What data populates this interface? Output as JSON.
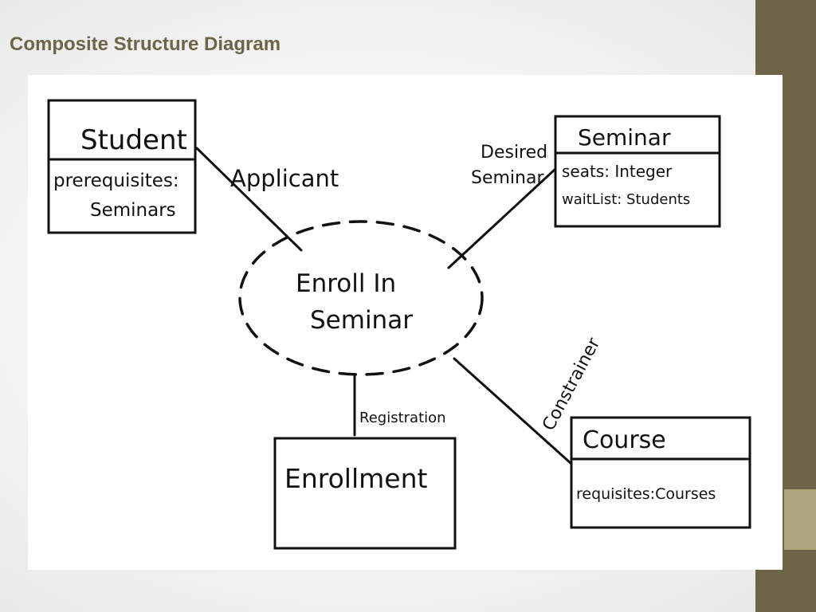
{
  "slide": {
    "title": "Composite Structure Diagram",
    "colors": {
      "title": "#6e6448",
      "side_band": "#6e6448",
      "side_accent": "#aca77e",
      "ink": "#111111"
    }
  },
  "diagram": {
    "collaboration": {
      "name_line1": "Enroll In",
      "name_line2": "Seminar"
    },
    "classes": {
      "student": {
        "name": "Student",
        "attr_line1": "prerequisites:",
        "attr_line2": "Seminars"
      },
      "seminar": {
        "name": "Seminar",
        "attr_line1": "seats: Integer",
        "attr_line2": "waitList: Students"
      },
      "course": {
        "name": "Course",
        "attr_line1": "requisites:Courses"
      },
      "enrollment": {
        "name": "Enrollment"
      }
    },
    "roles": {
      "applicant": "Applicant",
      "desired_line1": "Desired",
      "desired_line2": "Seminar",
      "registration": "Registration",
      "constrainer": "Constrainer"
    }
  }
}
